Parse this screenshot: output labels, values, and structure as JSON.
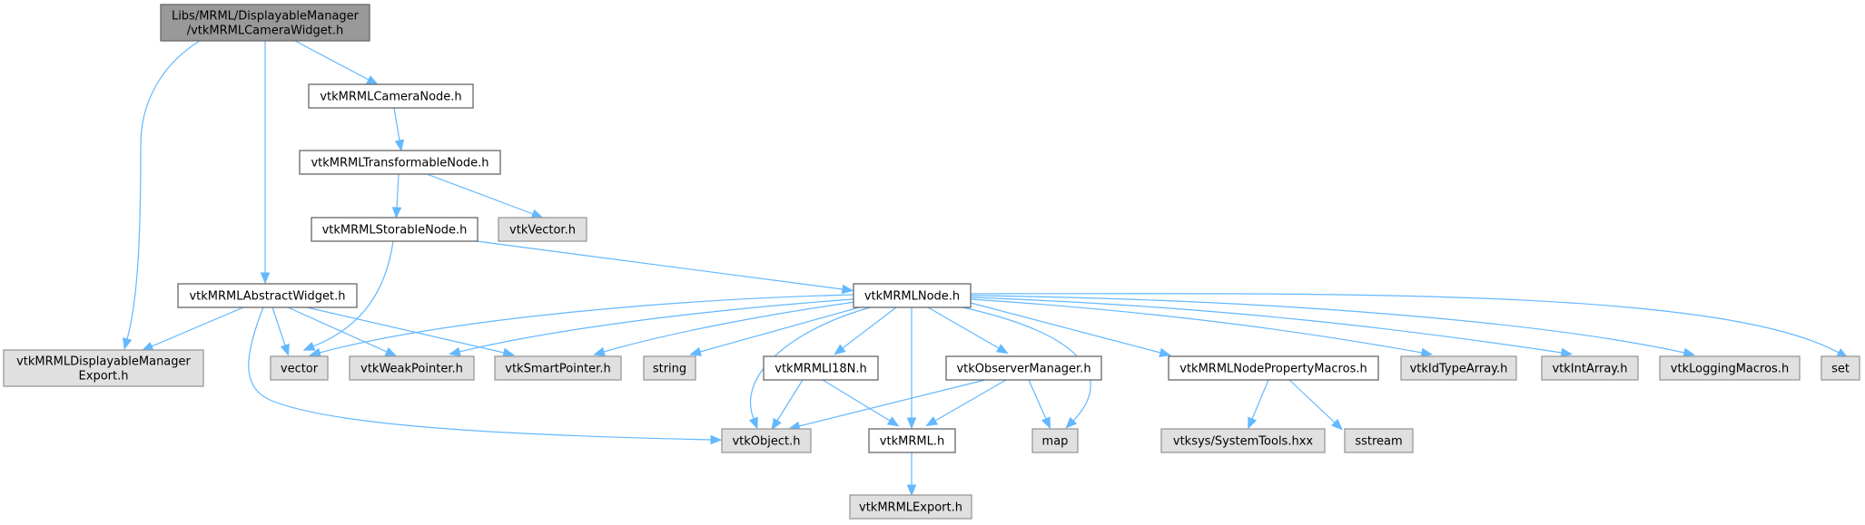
{
  "diagram": {
    "title": "Libs/MRML/DisplayableManager/vtkMRMLCameraWidget.h include dependency graph",
    "colors": {
      "root_fill": "#999999",
      "root_stroke": "#666666",
      "local_fill": "#ffffff",
      "local_stroke": "#666666",
      "external_fill": "#e0e0e0",
      "external_stroke": "#999999",
      "edge": "#63b8ff"
    },
    "nodes": [
      {
        "id": "root",
        "kind": "root",
        "lines": [
          "Libs/MRML/DisplayableManager",
          "/vtkMRMLCameraWidget.h"
        ]
      },
      {
        "id": "cameraNode",
        "kind": "local",
        "lines": [
          "vtkMRMLCameraNode.h"
        ]
      },
      {
        "id": "transformableNode",
        "kind": "local",
        "lines": [
          "vtkMRMLTransformableNode.h"
        ]
      },
      {
        "id": "storableNode",
        "kind": "local",
        "lines": [
          "vtkMRMLStorableNode.h"
        ]
      },
      {
        "id": "vtkVector",
        "kind": "external",
        "lines": [
          "vtkVector.h"
        ]
      },
      {
        "id": "abstractWidget",
        "kind": "local",
        "lines": [
          "vtkMRMLAbstractWidget.h"
        ]
      },
      {
        "id": "mrmlNode",
        "kind": "local",
        "lines": [
          "vtkMRMLNode.h"
        ]
      },
      {
        "id": "dmExport",
        "kind": "external",
        "lines": [
          "vtkMRMLDisplayableManager",
          "Export.h"
        ]
      },
      {
        "id": "vector",
        "kind": "external",
        "lines": [
          "vector"
        ]
      },
      {
        "id": "weakPointer",
        "kind": "external",
        "lines": [
          "vtkWeakPointer.h"
        ]
      },
      {
        "id": "smartPointer",
        "kind": "external",
        "lines": [
          "vtkSmartPointer.h"
        ]
      },
      {
        "id": "string",
        "kind": "external",
        "lines": [
          "string"
        ]
      },
      {
        "id": "i18n",
        "kind": "local",
        "lines": [
          "vtkMRMLI18N.h"
        ]
      },
      {
        "id": "observerManager",
        "kind": "local",
        "lines": [
          "vtkObserverManager.h"
        ]
      },
      {
        "id": "propertyMacros",
        "kind": "local",
        "lines": [
          "vtkMRMLNodePropertyMacros.h"
        ]
      },
      {
        "id": "idTypeArray",
        "kind": "external",
        "lines": [
          "vtkIdTypeArray.h"
        ]
      },
      {
        "id": "intArray",
        "kind": "external",
        "lines": [
          "vtkIntArray.h"
        ]
      },
      {
        "id": "loggingMacros",
        "kind": "external",
        "lines": [
          "vtkLoggingMacros.h"
        ]
      },
      {
        "id": "set",
        "kind": "external",
        "lines": [
          "set"
        ]
      },
      {
        "id": "vtkObject",
        "kind": "external",
        "lines": [
          "vtkObject.h"
        ]
      },
      {
        "id": "vtkMRML",
        "kind": "local",
        "lines": [
          "vtkMRML.h"
        ]
      },
      {
        "id": "map",
        "kind": "external",
        "lines": [
          "map"
        ]
      },
      {
        "id": "systemTools",
        "kind": "external",
        "lines": [
          "vtksys/SystemTools.hxx"
        ]
      },
      {
        "id": "sstream",
        "kind": "external",
        "lines": [
          "sstream"
        ]
      },
      {
        "id": "mrmlExport",
        "kind": "external",
        "lines": [
          "vtkMRMLExport.h"
        ]
      }
    ],
    "edges": [
      {
        "from": "root",
        "to": "dmExport"
      },
      {
        "from": "root",
        "to": "abstractWidget"
      },
      {
        "from": "root",
        "to": "cameraNode"
      },
      {
        "from": "cameraNode",
        "to": "transformableNode"
      },
      {
        "from": "transformableNode",
        "to": "storableNode"
      },
      {
        "from": "transformableNode",
        "to": "vtkVector"
      },
      {
        "from": "storableNode",
        "to": "vector"
      },
      {
        "from": "storableNode",
        "to": "mrmlNode"
      },
      {
        "from": "abstractWidget",
        "to": "dmExport"
      },
      {
        "from": "abstractWidget",
        "to": "vector"
      },
      {
        "from": "abstractWidget",
        "to": "weakPointer"
      },
      {
        "from": "abstractWidget",
        "to": "smartPointer"
      },
      {
        "from": "abstractWidget",
        "to": "vtkObject"
      },
      {
        "from": "mrmlNode",
        "to": "vector"
      },
      {
        "from": "mrmlNode",
        "to": "weakPointer"
      },
      {
        "from": "mrmlNode",
        "to": "smartPointer"
      },
      {
        "from": "mrmlNode",
        "to": "string"
      },
      {
        "from": "mrmlNode",
        "to": "vtkObject"
      },
      {
        "from": "mrmlNode",
        "to": "i18n"
      },
      {
        "from": "mrmlNode",
        "to": "vtkMRML"
      },
      {
        "from": "mrmlNode",
        "to": "observerManager"
      },
      {
        "from": "mrmlNode",
        "to": "map"
      },
      {
        "from": "mrmlNode",
        "to": "propertyMacros"
      },
      {
        "from": "mrmlNode",
        "to": "idTypeArray"
      },
      {
        "from": "mrmlNode",
        "to": "intArray"
      },
      {
        "from": "mrmlNode",
        "to": "loggingMacros"
      },
      {
        "from": "mrmlNode",
        "to": "set"
      },
      {
        "from": "i18n",
        "to": "vtkObject"
      },
      {
        "from": "i18n",
        "to": "vtkMRML"
      },
      {
        "from": "observerManager",
        "to": "vtkObject"
      },
      {
        "from": "observerManager",
        "to": "vtkMRML"
      },
      {
        "from": "observerManager",
        "to": "map"
      },
      {
        "from": "propertyMacros",
        "to": "systemTools"
      },
      {
        "from": "propertyMacros",
        "to": "sstream"
      },
      {
        "from": "vtkMRML",
        "to": "mrmlExport"
      }
    ]
  }
}
